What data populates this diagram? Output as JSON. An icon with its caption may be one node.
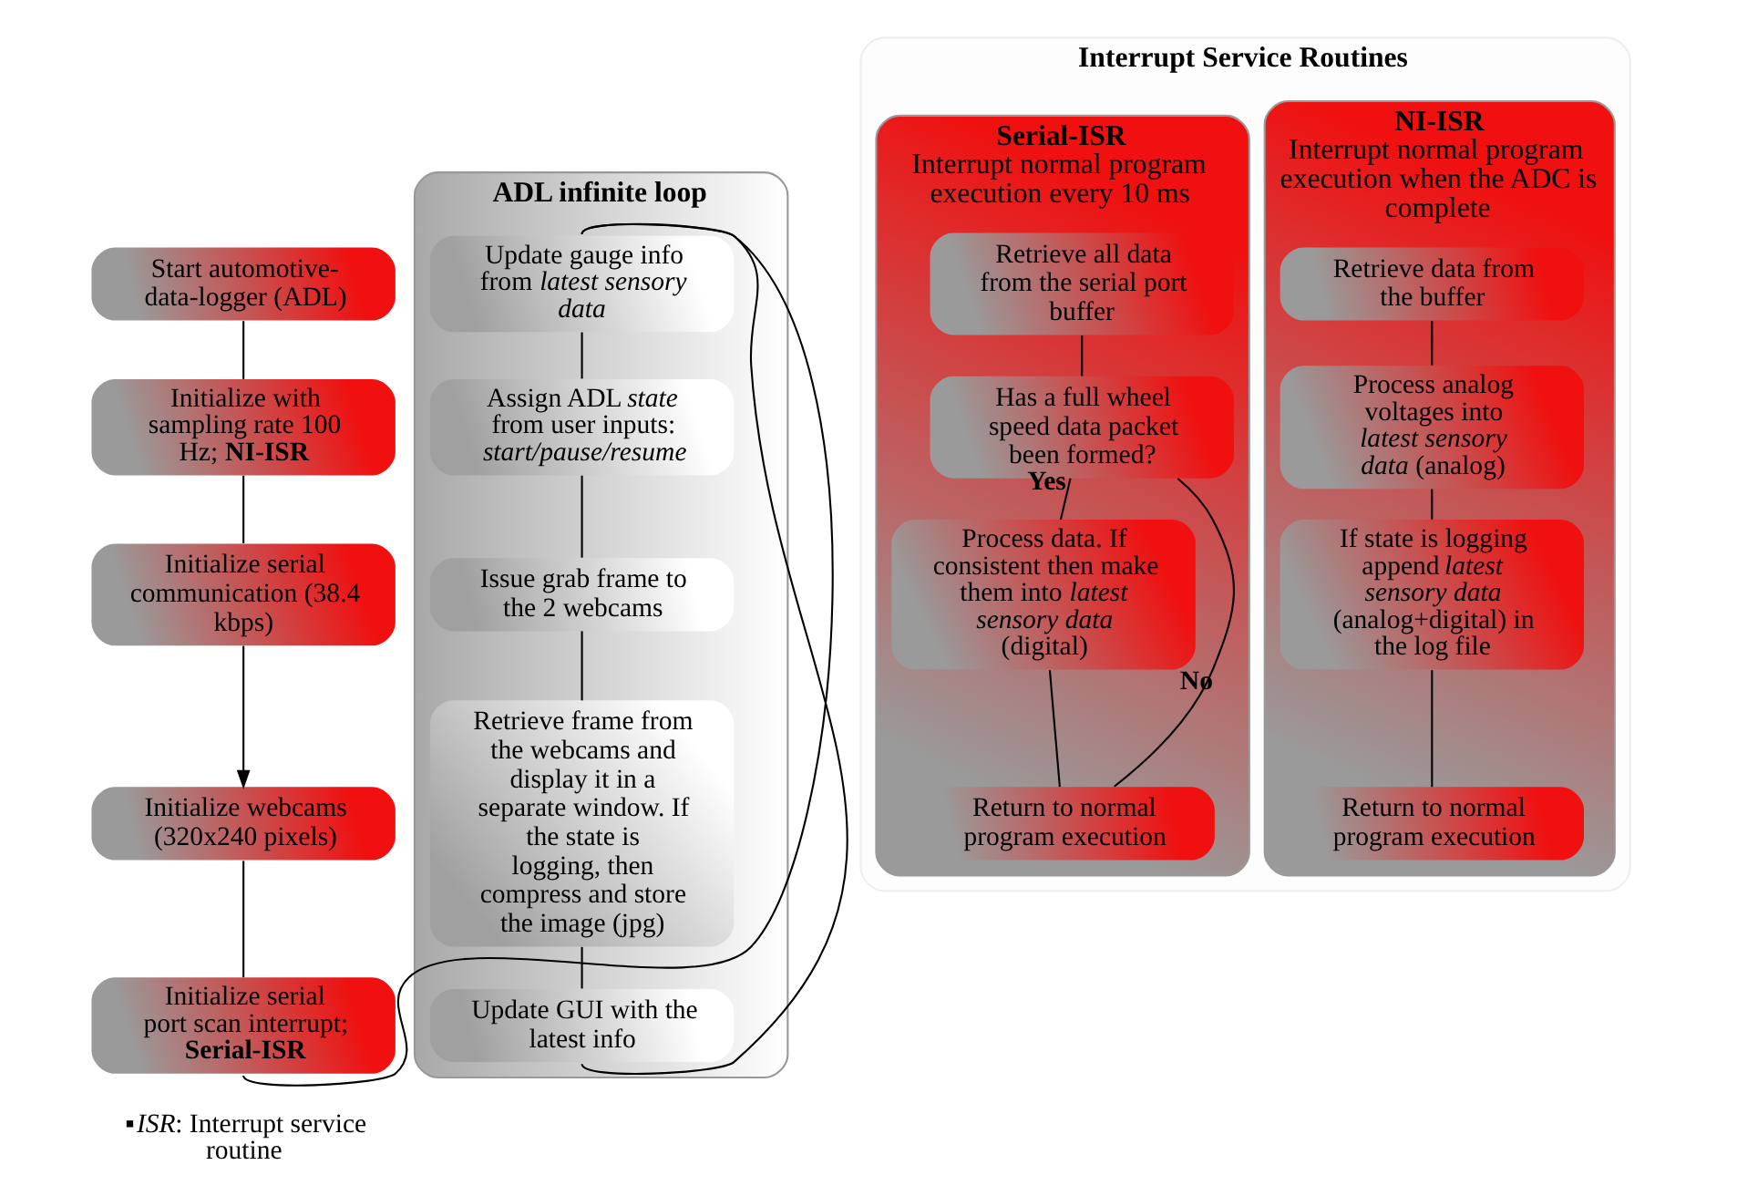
{
  "diagram": {
    "nodes": [
      {
        "text": [
          "Start automotive-data-logger (ADL)"
        ]
      },
      {
        "text": [
          "Initialize with sampling rate 100 Hz; **NI-ISR**"
        ]
      },
      {
        "text": [
          "Initialize serial communication (38.4 kbps)"
        ]
      },
      {
        "text": [
          "Initialize webcams (320x240 pixels)"
        ]
      },
      {
        "text": [
          "Initialize serial port scan interrupt; **Serial-ISR**"
        ]
      },
      {
        "text": [
          "ADL infinite loop"
        ]
      },
      {
        "text": [
          "Update gauge info from *latest sensory data*"
        ],
        "in": 5
      },
      {
        "text": [
          "Assign ADL *state* from user inputs: *start/pause/resume*"
        ],
        "in": 5
      },
      {
        "text": [
          "Issue grab frame to the 2 webcams"
        ],
        "in": 5
      },
      {
        "text": [
          "Retrieve frame from the webcams and display it in a separate window. If the state is logging, then compress and store the image (jpg)"
        ],
        "in": 5
      },
      {
        "text": [
          "Update GUI with the latest info"
        ],
        "in": 5
      },
      {
        "text": [
          "Interrupt Service Routines"
        ]
      },
      {
        "text": [
          "NI-ISR",
          "Interrupt normal program execution when the ADC is complete"
        ],
        "in": 11
      },
      {
        "text": [
          "Retrieve data from the buffer"
        ],
        "in": 12
      },
      {
        "text": [
          "Process analog voltages into *latest sensory data* (analog)"
        ],
        "in": 12
      },
      {
        "text": [
          "If state is logging append *latest sensory data* (analog+digital) in the log file"
        ],
        "in": 12
      },
      {
        "text": [
          "Return to normal program execution"
        ],
        "in": 12
      },
      {
        "text": [
          "Serial-ISR",
          "Interrupt normal program execution every 10 ms"
        ],
        "in": 11
      },
      {
        "text": [
          "Retrieve all data from the serial port buffer"
        ],
        "in": 17
      },
      {
        "text": [
          "Has a full wheel speed data packet been formed?"
        ],
        "in": 17
      },
      {
        "text": [
          "Process data. If consistent then make them into *latest sensory data* (digital)"
        ],
        "in": 17
      },
      {
        "text": [
          "Return to normal program execution"
        ],
        "in": 17
      }
    ],
    "edges": [
      {
        "from": 0,
        "to": 1,
        "arrow": "none"
      },
      {
        "from": 1,
        "to": 2,
        "arrow": "none"
      },
      {
        "from": 2,
        "to": 3,
        "arrow": "to"
      },
      {
        "from": 3,
        "to": 4,
        "arrow": "none"
      },
      {
        "from": 4,
        "to": 6,
        "arrow": "none"
      },
      {
        "from": 6,
        "to": 7,
        "arrow": "none"
      },
      {
        "from": 7,
        "to": 8,
        "arrow": "none"
      },
      {
        "from": 8,
        "to": 9,
        "arrow": "none"
      },
      {
        "from": 9,
        "to": 10,
        "arrow": "none"
      },
      {
        "from": 10,
        "to": 6,
        "arrow": "none"
      },
      {
        "from": 13,
        "to": 14,
        "arrow": "none"
      },
      {
        "from": 14,
        "to": 15,
        "arrow": "none"
      },
      {
        "from": 15,
        "to": 16,
        "arrow": "none"
      },
      {
        "from": 18,
        "to": 19,
        "arrow": "none"
      },
      {
        "from": 19,
        "to": 20,
        "label": "Yes",
        "arrow": "none"
      },
      {
        "from": 19,
        "to": 21,
        "label": "No",
        "arrow": "none"
      },
      {
        "from": 20,
        "to": 21,
        "arrow": "none"
      }
    ],
    "labels": [
      "▪*ISR*: Interrupt service routine"
    ]
  }
}
